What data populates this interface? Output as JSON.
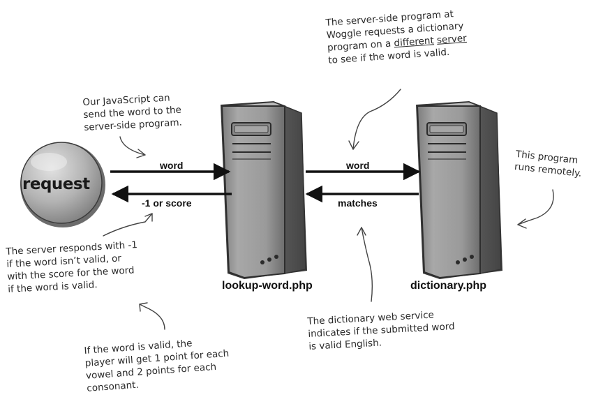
{
  "request": {
    "label": "request"
  },
  "servers": {
    "lookup": {
      "name": "lookup-word.php"
    },
    "dictionary": {
      "name": "dictionary.php"
    }
  },
  "arrows": {
    "request_to_lookup": "word",
    "lookup_to_request": "-1 or score",
    "lookup_to_dictionary": "word",
    "dictionary_to_lookup": "matches"
  },
  "notes": {
    "js_line1": "Our JavaScript can",
    "js_line2": "send the word to the",
    "js_line3": "server-side program.",
    "woggle_line1": "The server-side program at",
    "woggle_line2": "Woggle requests a dictionary",
    "woggle_line3_pre": "program on a ",
    "woggle_line3_u1": "different",
    "woggle_line3_u2": "server",
    "woggle_line4": "to see if the word is valid.",
    "remote_line1": "This program",
    "remote_line2": "runs remotely.",
    "responds_line1": "The server responds with -1",
    "responds_line2": "if the word isn’t valid, or",
    "responds_line3": "with the score for the word",
    "responds_line4": "if the word is valid.",
    "points_line1": "If the word is valid, the",
    "points_line2": "player will get 1 point for each",
    "points_line3": "vowel and 2 points for each",
    "points_line4": "consonant.",
    "service_line1": "The dictionary web service",
    "service_line2": "indicates if the submitted word",
    "service_line3": "is valid English."
  },
  "colors": {
    "ink": "#1a1a1a",
    "server_body": "#8f8f8f",
    "request_ball": "#a9a9a9"
  }
}
